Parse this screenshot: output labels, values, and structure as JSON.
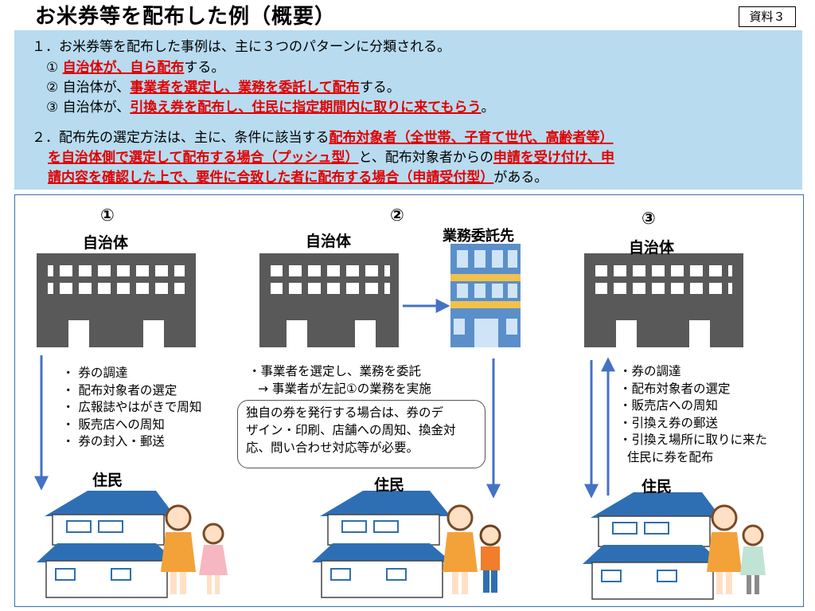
{
  "header": {
    "title": "お米券等を配布した例（概要）",
    "doc_ref": "資料３"
  },
  "summary": {
    "l1": "１．お米券等を配布した事例は、主に３つのパターンに分類される。",
    "p1_pre": "①",
    "p1_red": "自治体が、自ら配布",
    "p1_post": "する。",
    "p2_pre": "②  自治体が、",
    "p2_red": "事業者を選定し、業務を委託して配布",
    "p2_post": "する。",
    "p3_pre": "③  自治体が、",
    "p3_red": "引換え券を配布し、住民に指定期間内に取りに来てもらう",
    "p3_post": "。",
    "l2_pre": "２．配布先の選定方法は、主に、条件に該当する",
    "l2_red": "配布対象者（全世帯、子育て世代、高齢者等）",
    "l3_red": "を自治体側で選定して配布する場合（プッシュ型）",
    "l3_mid": "と、配布対象者からの",
    "l3_red2": "申請を受け付け、申",
    "l4_red": "請内容を確認した上で、要件に合致した者に配布する場合（申請受付型）",
    "l4_post": "がある。"
  },
  "patterns": {
    "one": {
      "num": "①",
      "actor": "自治体",
      "resident": "住民",
      "items": [
        "・ 券の調達",
        "・ 配布対象者の選定",
        "・ 広報誌やはがきで周知",
        "・ 販売店への周知",
        "・ 券の封入・郵送"
      ]
    },
    "two": {
      "num": "②",
      "actor": "自治体",
      "contractor": "業務委託先",
      "resident": "住民",
      "items": [
        "・事業者を選定し、業務を委託",
        "→ 事業者が左記①の業務を実施"
      ],
      "note": [
        "独自の券を発行する場合は、券のデ",
        "ザイン・印刷、店舗への周知、換金対",
        "応、問い合わせ対応等が必要。"
      ]
    },
    "three": {
      "num": "③",
      "actor": "自治体",
      "resident": "住民",
      "items": [
        "・券の調達",
        "・配布対象者の選定",
        "・販売店への周知",
        "・引換え券の郵送",
        "・引換え場所に取りに来た",
        "  住民に券を配布"
      ]
    }
  }
}
